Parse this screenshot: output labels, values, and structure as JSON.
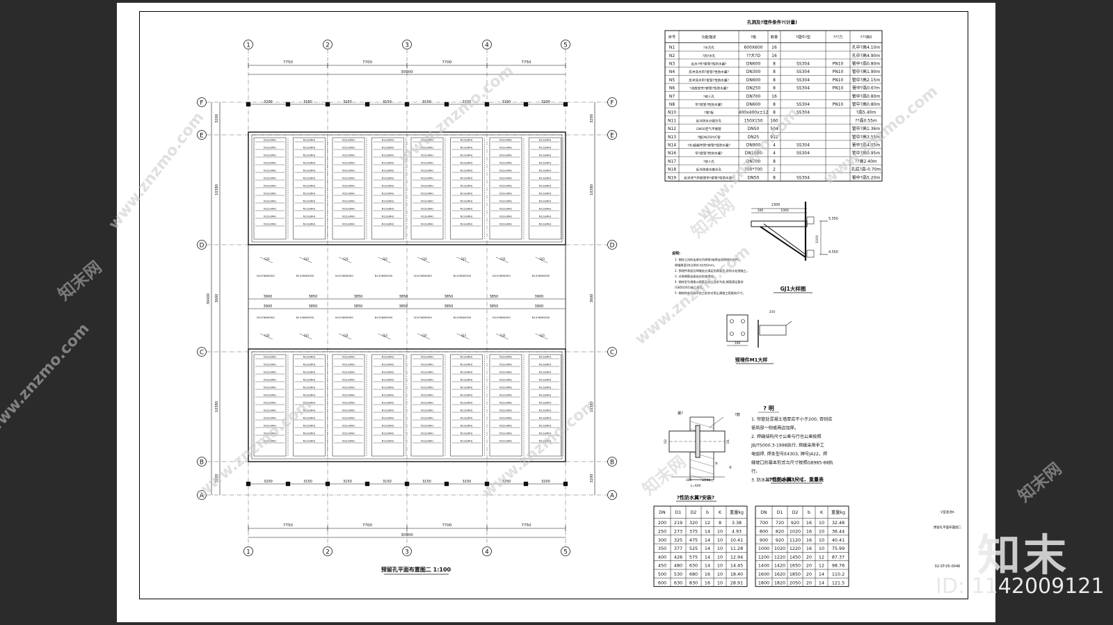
{
  "plan": {
    "axis_numbers": [
      "1",
      "2",
      "3",
      "4",
      "5"
    ],
    "axis_letters_top_to_bottom": [
      "F",
      "E",
      "D",
      "C",
      "B",
      "A"
    ],
    "span_labels": [
      "7750",
      "7700",
      "7700",
      "7750"
    ],
    "total_length": "30900",
    "partition_labels": [
      "3200",
      "3150",
      "3150",
      "3150",
      "3150",
      "3150",
      "3150",
      "3200"
    ],
    "partition_labels_mid": [
      "3900",
      "3850",
      "3850",
      "3850",
      "3850",
      "3850",
      "3900"
    ],
    "left_dims": [
      "3200",
      "10380",
      "3600",
      "10380",
      "3200"
    ],
    "left_total": "30400",
    "pipe_tag": "N12x(ΦH)",
    "pipe_note": "N14?ΦDN300",
    "title": "预留孔平面布置图二",
    "scale": "1:100"
  },
  "table": {
    "caption": "孔洞及?埋件条件?",
    "caption_suffix": "(计量)",
    "headers": [
      "序号",
      "功能描述",
      "?格",
      "数量",
      "?埋件?型",
      "???力",
      "???高0"
    ],
    "rows": [
      [
        "N1",
        "?水方孔",
        "600X600",
        "16",
        "",
        "",
        "孔中?高4.10m"
      ],
      [
        "N2",
        "?洞?水孔",
        "??大?D",
        "16",
        "",
        "",
        "孔中?高4.90m"
      ],
      [
        "N3",
        "出水?帘?套管?性防水翼?",
        "DN600",
        "8",
        "SS304",
        "PN10",
        "管中?高0.80m"
      ],
      [
        "N4",
        "反冲洗水帘?套管?性防水翼?",
        "DN300",
        "8",
        "SS304",
        "PN10",
        "管中?高1.90m"
      ],
      [
        "N5",
        "反冲洗水帘?套管?性防水翼?",
        "DN600",
        "8",
        "SS304",
        "PN10",
        "管中?高2.15m"
      ],
      [
        "N6",
        "?池放空帘?套管?性防水翼?",
        "DN250",
        "8",
        "SS304",
        "PN10",
        "管中?高0.6?m"
      ],
      [
        "N7",
        "?修人孔",
        "DN700",
        "16",
        "",
        "",
        "管中?高0.80m"
      ],
      [
        "N8",
        "帘?套管?性防水翼?",
        "DN600",
        "8",
        "SS304",
        "PN10",
        "管中?高0.80m"
      ],
      [
        "N10",
        "?埋?板",
        "400x400x±12",
        "8",
        "SS304",
        "",
        "?高5.40m"
      ],
      [
        "N11",
        "反冲洗水分配方孔",
        "150X150",
        "160",
        "",
        "",
        "??高0.55m"
      ],
      [
        "N12",
        "DN50空气平衡管",
        "DN50",
        "504",
        "",
        "",
        "管中?高1.36m"
      ],
      [
        "N13",
        "?埋DN25PVC管",
        "DN25",
        "912",
        "",
        "",
        "管中?高3.55m"
      ],
      [
        "N14",
        "?水/超越帘管?套管?性防水翼?",
        "DN900",
        "4",
        "SS304",
        "",
        "管中?高4.05m"
      ],
      [
        "N16",
        "帘?套管?性防水翼?",
        "DN1000",
        "4",
        "SS304",
        "",
        "管中?高0.95m"
      ],
      [
        "N17",
        "?修人孔",
        "DN700",
        "8",
        "",
        "",
        "??高2.40m"
      ],
      [
        "N18",
        "反冲洗排水集水孔",
        "700*700",
        "2",
        "",
        "",
        "孔底?高-0.70m"
      ],
      [
        "N19",
        "反冲洗气帘套管帘?套管?性防水翼?",
        "DN50",
        "8",
        "SS304",
        "",
        "管中?高5.20m"
      ]
    ]
  },
  "gj1": {
    "dims": [
      "1300",
      "300",
      "1000"
    ],
    "elev_top": "5.550",
    "elev_bottom": "4.550",
    "title": "GJ1大样图"
  },
  "notes_small": {
    "title": "说明:",
    "lines": [
      "1. 钢材之间的连接均为焊接(电焊连续焊接的钢件),",
      "   焊缝厚度(除注明外)均为6mm。",
      "2. 预埋件表面及焊缝处应满足防腐要求,做防水处理施工。",
      "3. 对接钢筋连接处应检查焊缝。",
      "4. 钢材型号规格以图集及施工要求为准,钢管满足要求",
      "   (GB50205)施工规范。",
      "5. 钢结构安装顺序施工前先对照土建施工图复核尺寸。"
    ]
  },
  "m1": {
    "dims": [
      "100",
      "250",
      "50"
    ],
    "title": "预埋件M1大样"
  },
  "notes_main": {
    "title": "?  明",
    "lines": [
      "1. 帘管处混凝土墙厚应不小于200, 否则应",
      "使局部一侧或两边加厚。",
      "2. 焊缝结构尺寸公差与行也公差按照",
      "JB/T5000.3-1998执行, 焊缝采用手工",
      "电弧焊, 焊条型号E4303, 牌号J422。焊",
      "缝坡口的基本形式与尺寸按照GB985-88执",
      "行。",
      "3. 防水翼?材质采用SS304。"
    ]
  },
  "install": {
    "title": "?性防水翼?安装?",
    "labels": [
      "翼?",
      "?筋",
      "D1",
      "D2",
      "K",
      "b",
      "300",
      "≥200",
      "L=600"
    ]
  },
  "dim_table_left": {
    "headers": [
      "DN",
      "D1",
      "D2",
      "b",
      "K",
      "重量kg"
    ],
    "rows": [
      [
        "200",
        "219",
        "320",
        "12",
        "8",
        "3.38"
      ],
      [
        "250",
        "273",
        "375",
        "14",
        "10",
        "4.93"
      ],
      [
        "300",
        "325",
        "475",
        "14",
        "10",
        "10.41"
      ],
      [
        "350",
        "377",
        "525",
        "14",
        "10",
        "11.28"
      ],
      [
        "400",
        "426",
        "575",
        "14",
        "10",
        "12.94"
      ],
      [
        "450",
        "480",
        "630",
        "14",
        "10",
        "14.45"
      ],
      [
        "500",
        "530",
        "680",
        "16",
        "10",
        "18.40"
      ],
      [
        "600",
        "630",
        "830",
        "16",
        "10",
        "28.91"
      ]
    ]
  },
  "dim_table_right": {
    "title": "?性防水翼?尺寸、重量表",
    "headers": [
      "DN",
      "D1",
      "D2",
      "b",
      "K",
      "重量kg"
    ],
    "rows": [
      [
        "700",
        "720",
        "920",
        "16",
        "10",
        "32.48"
      ],
      [
        "800",
        "820",
        "1020",
        "16",
        "10",
        "36.44"
      ],
      [
        "900",
        "920",
        "1120",
        "16",
        "10",
        "40.41"
      ],
      [
        "1000",
        "1020",
        "1220",
        "16",
        "10",
        "75.99"
      ],
      [
        "1200",
        "1220",
        "1450",
        "20",
        "12",
        "87.37"
      ],
      [
        "1400",
        "1420",
        "1650",
        "20",
        "12",
        "98.76"
      ],
      [
        "1600",
        "1620",
        "1850",
        "20",
        "14",
        "110.2"
      ],
      [
        "1800",
        "1820",
        "2050",
        "20",
        "14",
        "121.5"
      ]
    ]
  },
  "titleblock": {
    "project": "V型滤池A",
    "drawing_name": "预留孔平面布置图二",
    "drawing_no": "02-ST-05-0046"
  },
  "watermark": {
    "site": "www.znzmo.com",
    "brand": "知末网",
    "logo": "知末",
    "id": "ID: 1142009121"
  }
}
